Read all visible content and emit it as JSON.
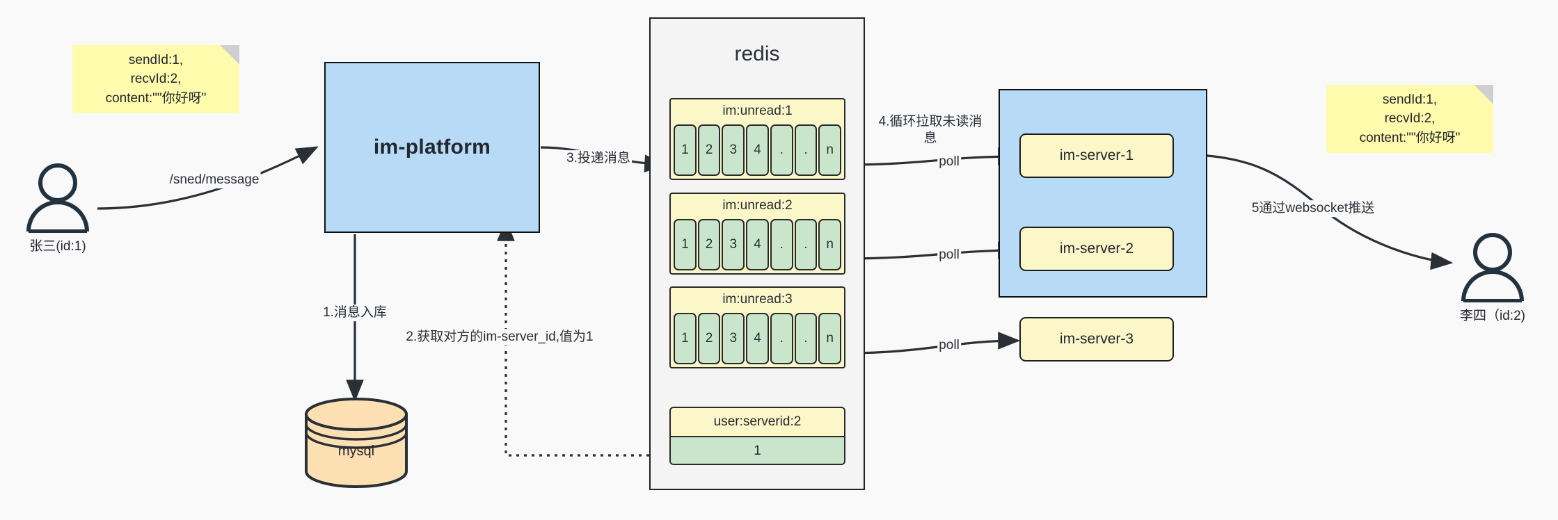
{
  "diagram": {
    "title": "IM message delivery architecture",
    "colors": {
      "background": "#f9f9f9",
      "note_yellow": "#FFFBAC",
      "box_blue": "#b7dbf7",
      "server_yellow": "#FCF7C8",
      "cell_green": "#c9e6cd",
      "db_orange": "#FCE0B3",
      "stroke": "#23272e"
    }
  },
  "notes": {
    "left": {
      "text": "sendId:1,\nrecvId:2,\ncontent:\"\"你好呀\""
    },
    "right": {
      "text": "sendId:1,\nrecvId:2,\ncontent:\"\"你好呀\""
    }
  },
  "actors": {
    "sender": {
      "name": "张三(id:1)",
      "icon": "user-icon"
    },
    "receiver": {
      "name": "李四（id:2)",
      "icon": "user-icon"
    }
  },
  "platform": {
    "label": "im-platform"
  },
  "database": {
    "label": "mysql",
    "shape": "cylinder"
  },
  "redis": {
    "title": "redis",
    "lists": [
      {
        "key": "im:unread:1",
        "cells": [
          "1",
          "2",
          "3",
          "4",
          ".",
          ".",
          "n"
        ]
      },
      {
        "key": "im:unread:2",
        "cells": [
          "1",
          "2",
          "3",
          "4",
          ".",
          ".",
          "n"
        ]
      },
      {
        "key": "im:unread:3",
        "cells": [
          "1",
          "2",
          "3",
          "4",
          ".",
          ".",
          "n"
        ]
      }
    ],
    "kv": {
      "key": "user:serverid:2",
      "value": "1"
    }
  },
  "servers": {
    "items": [
      {
        "label": "im-server-1"
      },
      {
        "label": "im-server-2"
      },
      {
        "label": "im-server-3"
      }
    ]
  },
  "edges": {
    "send_message": "/sned/message",
    "step1": "1.消息入库",
    "step2": "2.获取对方的im-server_id,值为1",
    "step3": "3.投递消息",
    "step4": "4.循环拉取未读消\n息",
    "poll1": "poll",
    "poll2": "poll",
    "poll3": "poll",
    "step5": "5通过websocket推送"
  }
}
